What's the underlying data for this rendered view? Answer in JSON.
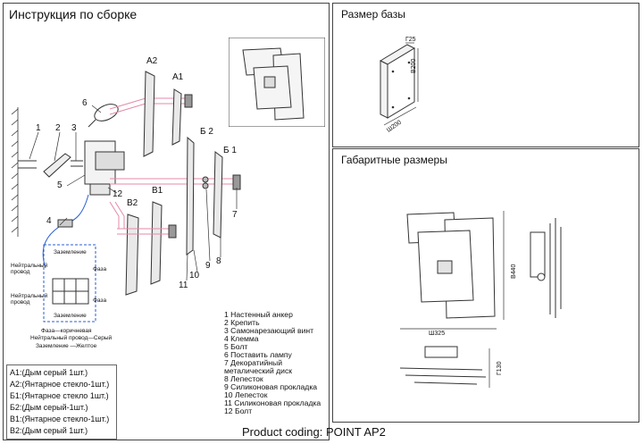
{
  "left": {
    "title": "Инструкция по сборке",
    "callouts": [
      "1",
      "2",
      "3",
      "4",
      "5",
      "6",
      "7",
      "8",
      "9",
      "10",
      "11",
      "12"
    ],
    "group_labels": {
      "a2": "А2",
      "a1": "А1",
      "b2_top": "Б 2",
      "b1_top": "Б 1",
      "v2": "В2",
      "v1": "В1"
    },
    "wiring": {
      "neutral_top": "Нейтральный провод",
      "ground_top": "Заземление",
      "phase_top": "Фаза",
      "neutral_bottom": "Нейтральный провод",
      "phase_bottom": "Фаза",
      "ground_bottom": "Заземление",
      "key_1": "Фаза—коричневая",
      "key_2": "Нейтральный провод—Серый",
      "key_3": "Заземление —Желтое"
    },
    "variants": [
      "А1:(Дым серый 1шт.)",
      "А2:(Янтарное стекло-1шт.)",
      "Б1:(Янтарное стекло 1шт.)",
      "Б2:(Дым серый-1шт.)",
      "В1:(Янтарное стекло-1шт.)",
      "В2:(Дым серый 1шт.)"
    ]
  },
  "legend": [
    "1  Настенный анкер",
    "2  Крепить",
    "3  Самонарезающий винт",
    "4  Клемма",
    "5  Болт",
    "6 Поставить лампу",
    "7  Декоратийный",
    "     металический диск",
    "8 Лепесток",
    "9  Силиконовая прокладка",
    "10 Лепесток",
    "11 Силиконовая прокладка",
    "12 Болт"
  ],
  "base": {
    "title": "Размер базы",
    "dim_thickness": "Г25",
    "dim_height": "В200",
    "dim_width": "Ш200"
  },
  "overall": {
    "title": "Габаритные размеры",
    "dim_height": "В440",
    "dim_width": "Ш325",
    "dim_depth": "Г130"
  },
  "footer": {
    "product_coding": "Product coding: POINT AP2"
  }
}
